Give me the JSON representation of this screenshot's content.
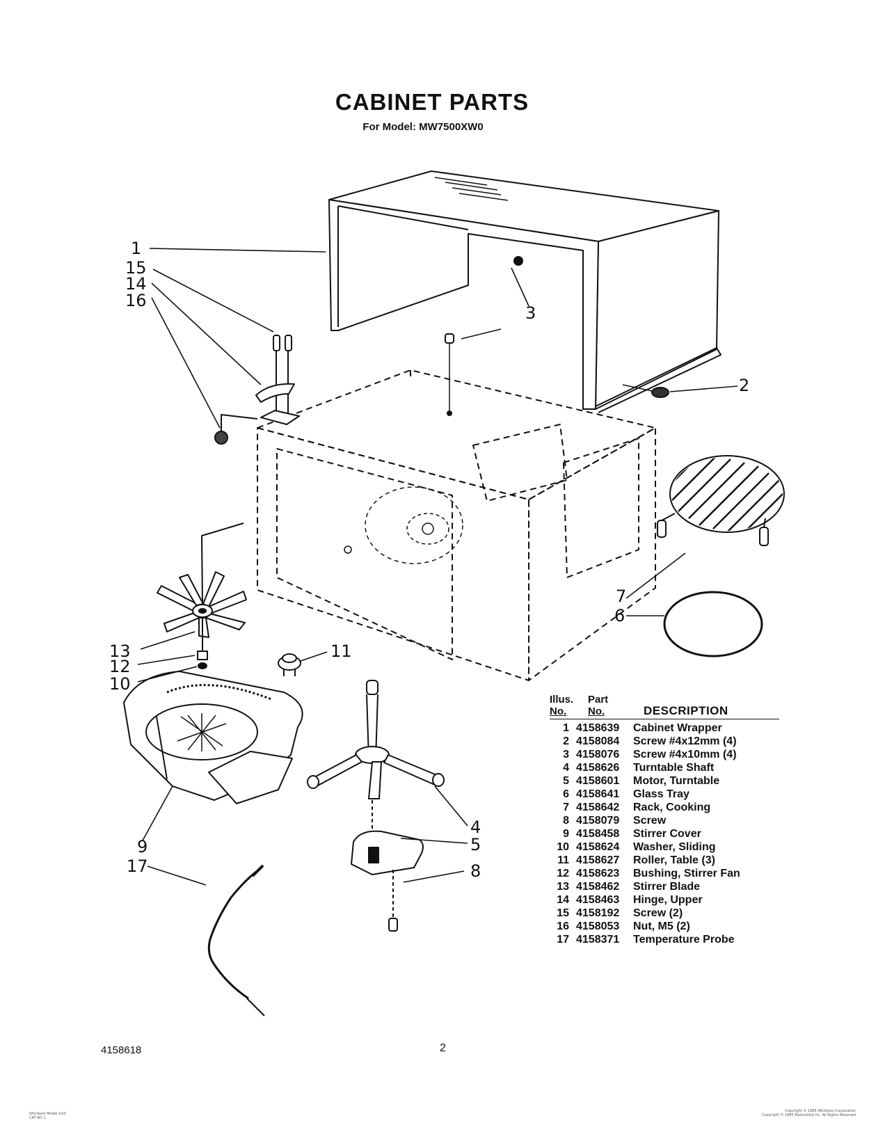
{
  "page": {
    "title": "CABINET PARTS",
    "model_line": "For Model: MW7500XW0",
    "doc_number": "4158618",
    "page_number": "2",
    "footer_left": [
      "Whirlpool Model 1stX",
      "CAT NO 1"
    ],
    "copyright": [
      "Copyright © 1985 Whirlpool Corporation",
      "Copyright © 1985 Matsushita Inc. All Rights Reserved"
    ]
  },
  "callouts": [
    "1",
    "15",
    "14",
    "16",
    "3",
    "2",
    "7",
    "6",
    "13",
    "12",
    "10",
    "11",
    "9",
    "17",
    "4",
    "5",
    "8"
  ],
  "parts_table": {
    "headers": {
      "illus": [
        "Illus.",
        "No."
      ],
      "part": [
        "Part",
        "No."
      ],
      "description": "DESCRIPTION"
    },
    "rows": [
      {
        "no": "1",
        "part": "4158639",
        "desc": "Cabinet Wrapper"
      },
      {
        "no": "2",
        "part": "4158084",
        "desc": "Screw #4x12mm (4)"
      },
      {
        "no": "3",
        "part": "4158076",
        "desc": "Screw #4x10mm (4)"
      },
      {
        "no": "4",
        "part": "4158626",
        "desc": "Turntable Shaft"
      },
      {
        "no": "5",
        "part": "4158601",
        "desc": "Motor, Turntable"
      },
      {
        "no": "6",
        "part": "4158641",
        "desc": "Glass Tray"
      },
      {
        "no": "7",
        "part": "4158642",
        "desc": "Rack, Cooking"
      },
      {
        "no": "8",
        "part": "4158079",
        "desc": "Screw"
      },
      {
        "no": "9",
        "part": "4158458",
        "desc": "Stirrer Cover"
      },
      {
        "no": "10",
        "part": "4158624",
        "desc": "Washer, Sliding"
      },
      {
        "no": "11",
        "part": "4158627",
        "desc": "Roller, Table (3)"
      },
      {
        "no": "12",
        "part": "4158623",
        "desc": "Bushing, Stirrer Fan"
      },
      {
        "no": "13",
        "part": "4158462",
        "desc": "Stirrer Blade"
      },
      {
        "no": "14",
        "part": "4158463",
        "desc": "Hinge, Upper"
      },
      {
        "no": "15",
        "part": "4158192",
        "desc": "Screw (2)"
      },
      {
        "no": "16",
        "part": "4158053",
        "desc": "Nut, M5 (2)"
      },
      {
        "no": "17",
        "part": "4158371",
        "desc": "Temperature Probe"
      }
    ]
  }
}
